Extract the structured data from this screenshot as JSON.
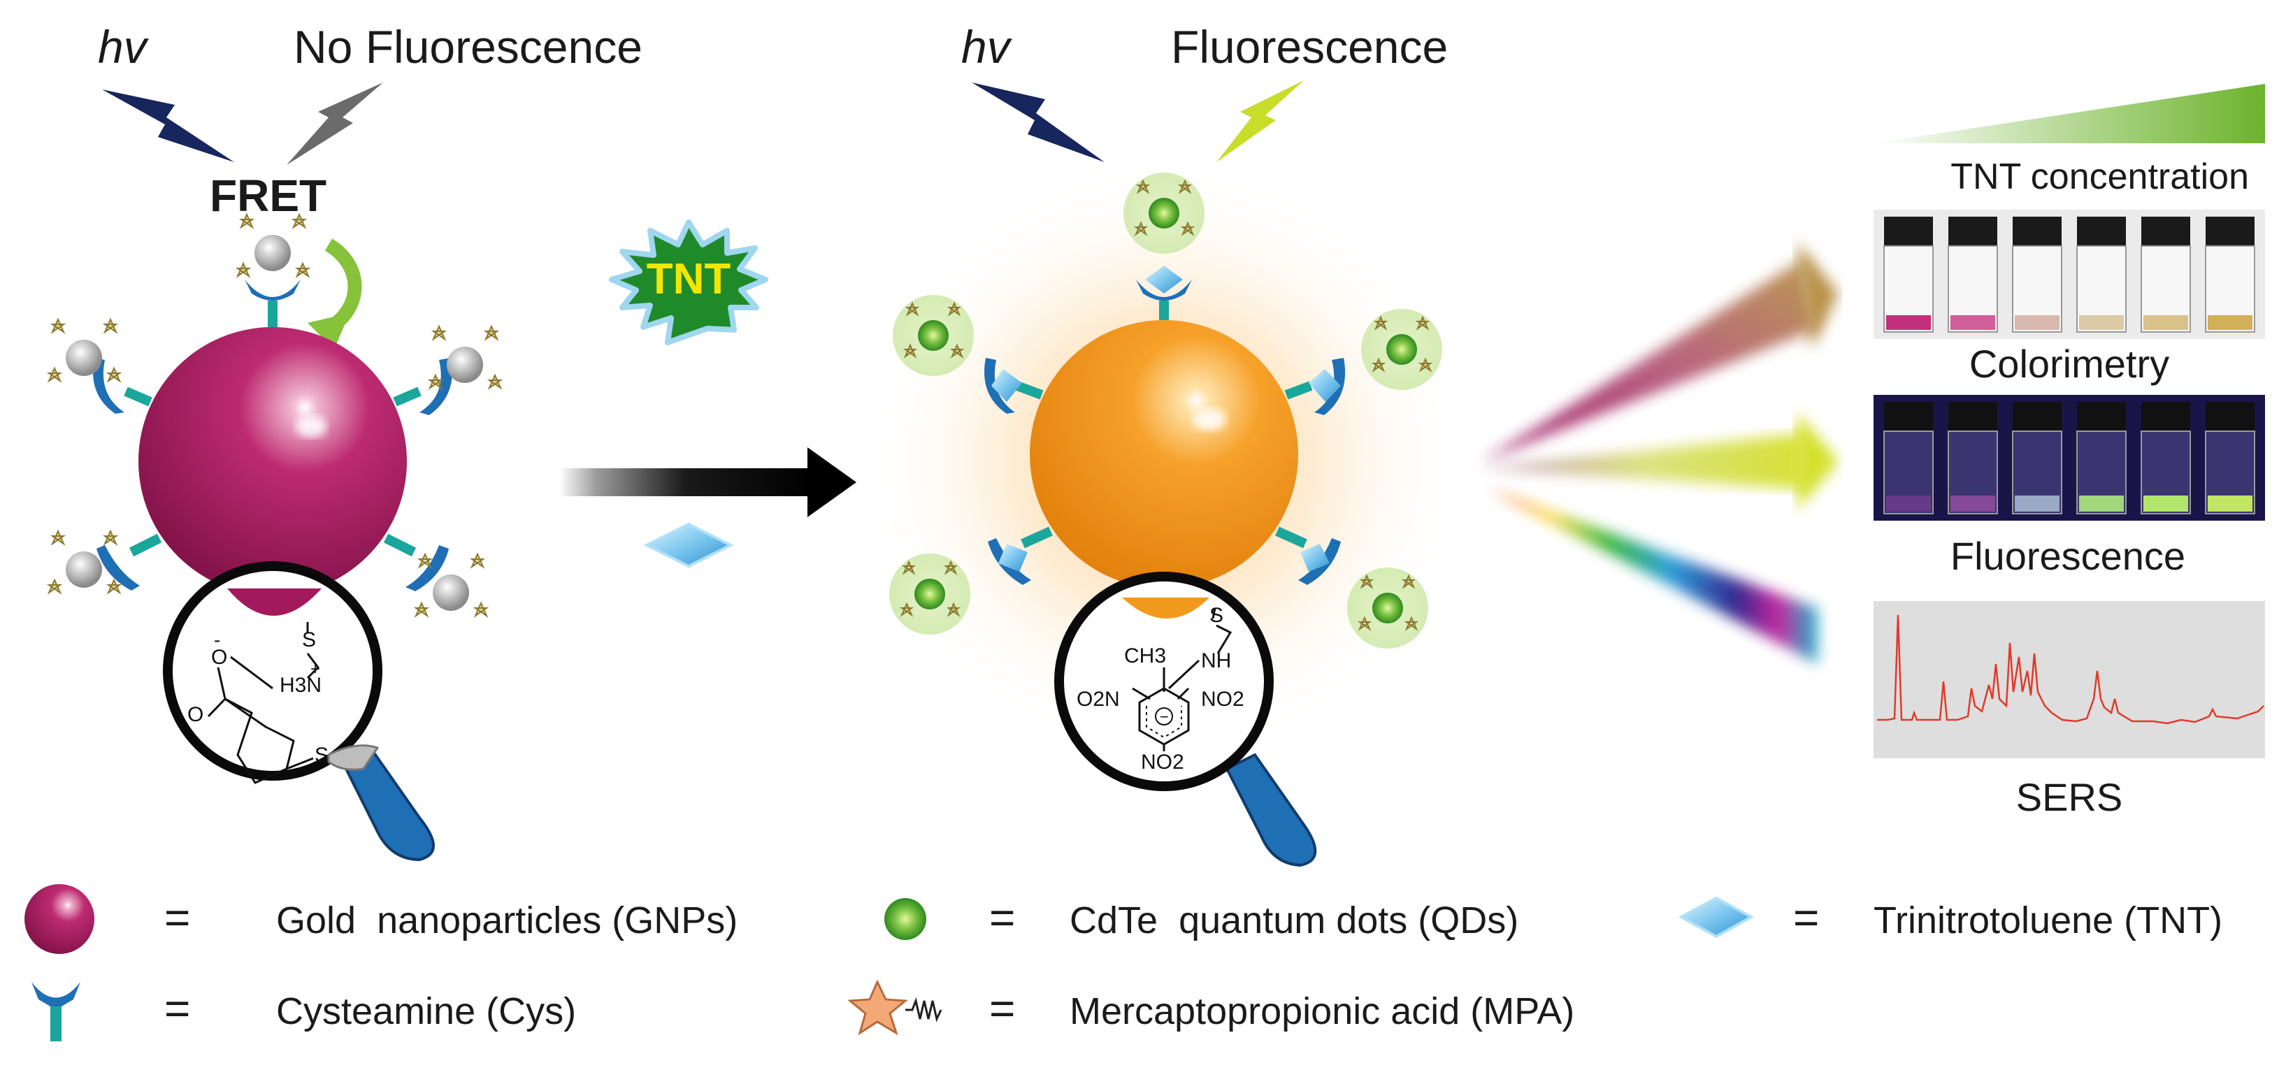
{
  "panel_left": {
    "hv": "hv",
    "no_fluorescence": "No Fluorescence",
    "fret": "FRET",
    "chem": {
      "o_minus": "O",
      "minus": "-",
      "o": "O",
      "h3n": "H3N",
      "plus": "+",
      "s1": "S",
      "s2": "S"
    }
  },
  "reaction": {
    "tnt_badge": "TNT"
  },
  "panel_middle": {
    "hv": "hv",
    "fluorescence": "Fluorescence",
    "chem": {
      "ch3": "CH3",
      "nh": "NH",
      "s": "S",
      "no2_left": "O2N",
      "no2_right": "NO2",
      "no2_bottom": "NO2",
      "minus": "−"
    }
  },
  "panel_right": {
    "concentration_label": "TNT concentration",
    "colorimetry_label": "Colorimetry",
    "fluorescence_label": "Fluorescence",
    "sers_label": "SERS",
    "vial_colors": [
      "#c2307d",
      "#d0609a",
      "#d9b8b0",
      "#dcc9a6",
      "#d9c28a",
      "#d2b05a"
    ],
    "vial_fluor": [
      "#6a3a8a",
      "#8a4a9a",
      "#9fb0c8",
      "#a6e07a",
      "#b8f06a",
      "#c8f060"
    ],
    "gradient_colors": {
      "start": "#ffffff",
      "end": "#6cb32c"
    }
  },
  "legend": {
    "items": [
      {
        "equals": "=",
        "text": "Gold  nanoparticles (GNPs)"
      },
      {
        "equals": "=",
        "text": "CdTe  quantum dots (QDs)"
      },
      {
        "equals": "=",
        "text": "Trinitrotoluene (TNT)"
      },
      {
        "equals": "=",
        "text": "Cysteamine (Cys)"
      },
      {
        "equals": "=",
        "text": "Mercaptopropionic acid (MPA)"
      }
    ]
  },
  "colors": {
    "gold_np": "#a21a5c",
    "orange_np": "#f29a1e",
    "linker": "#1f6fb5",
    "linker_stem": "#1aa69a",
    "qd_green": "#7ac142",
    "tnt_diamond": "#5fb7e8",
    "arrow_dark": "#0a0a0a",
    "bolt_navy": "#18265e",
    "bolt_gray": "#6b6b6b",
    "bolt_yellow": "#c8dc2a"
  }
}
